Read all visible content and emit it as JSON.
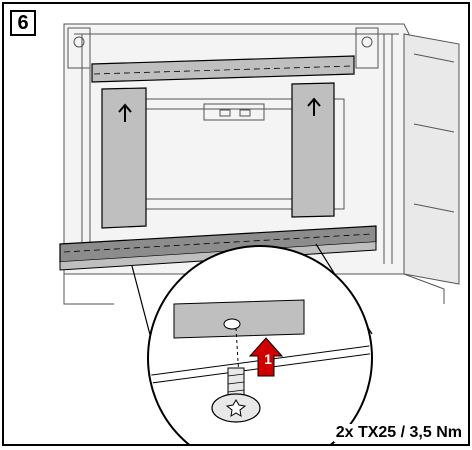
{
  "step": {
    "number": "6"
  },
  "detail": {
    "marker": "1",
    "caption": "2x TX25 / 3,5 Nm"
  },
  "colors": {
    "steel": "#bfbfbf",
    "steel_dark": "#8c8c8c",
    "line": "#000000",
    "arrow": "#d00000",
    "bg": "#ffffff"
  },
  "icons": {
    "up_arrow": "up-arrow-icon",
    "torx": "torx-screw-icon"
  }
}
